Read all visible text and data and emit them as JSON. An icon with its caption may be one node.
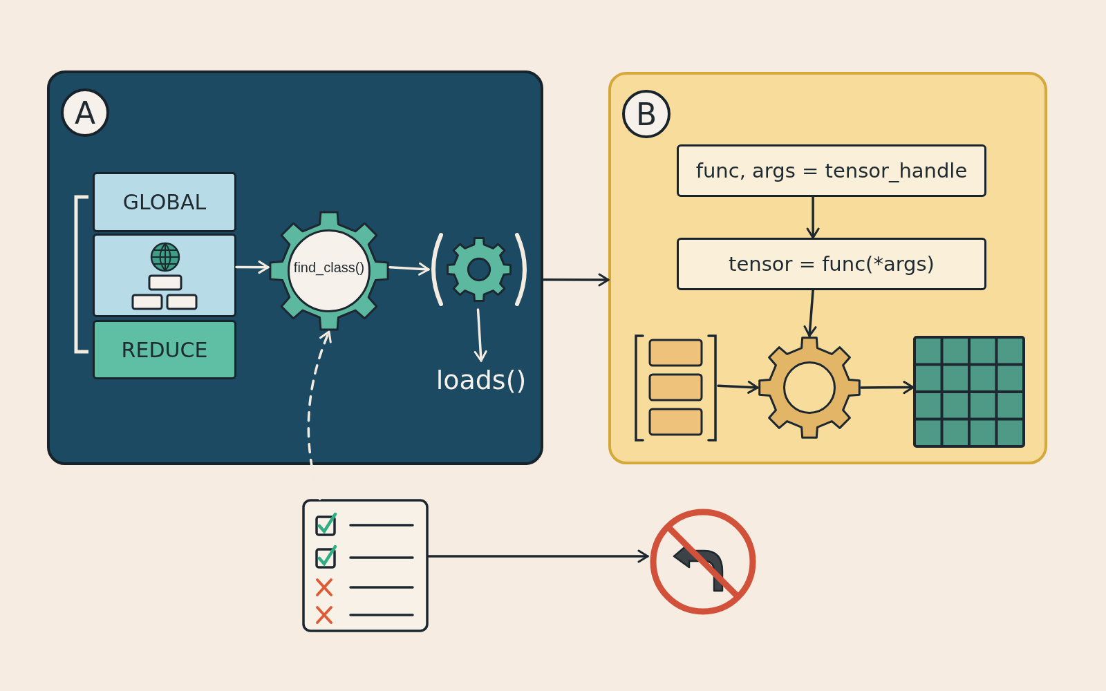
{
  "diagram": {
    "nodes": [
      {
        "text": [
          "A"
        ]
      },
      {
        "text": [
          "GLOBAL"
        ],
        "in": 0
      },
      {
        "text": [],
        "shape": "box",
        "in": 0
      },
      {
        "text": [
          "REDUCE"
        ],
        "in": 0
      },
      {
        "text": [
          "find_class()"
        ],
        "in": 0
      },
      {
        "text": [],
        "shape": "gear",
        "in": 0
      },
      {
        "text": [
          "loads()"
        ],
        "in": 0
      },
      {
        "text": [
          "B"
        ]
      },
      {
        "text": [
          "func, args = tensor_handle"
        ],
        "in": 7
      },
      {
        "text": [
          "tensor = func(*args)"
        ],
        "in": 7
      },
      {
        "text": [],
        "shape": "list",
        "in": 7
      },
      {
        "text": [],
        "shape": "gear",
        "in": 7
      },
      {
        "text": [],
        "shape": "grid",
        "in": 7
      },
      {
        "text": [],
        "shape": "checklist"
      },
      {
        "text": [],
        "shape": "circle"
      }
    ],
    "edges": [
      {
        "from": 2,
        "to": 4,
        "arrow": "to",
        "color": "#f4ece0"
      },
      {
        "from": 4,
        "to": 5,
        "arrow": "to",
        "color": "#f4ece0"
      },
      {
        "from": 5,
        "to": 6,
        "arrow": "to",
        "color": "#f4ece0"
      },
      {
        "from": 0,
        "to": 7,
        "arrow": "to"
      },
      {
        "from": 8,
        "to": 9,
        "arrow": "to"
      },
      {
        "from": 9,
        "to": 11,
        "arrow": "to"
      },
      {
        "from": 10,
        "to": 11,
        "arrow": "to"
      },
      {
        "from": 11,
        "to": 12,
        "arrow": "to"
      },
      {
        "from": 13,
        "to": 4,
        "arrow": "to",
        "style": "dashed",
        "color": "#f4ece0"
      },
      {
        "from": 13,
        "to": 14,
        "arrow": "to"
      }
    ]
  }
}
